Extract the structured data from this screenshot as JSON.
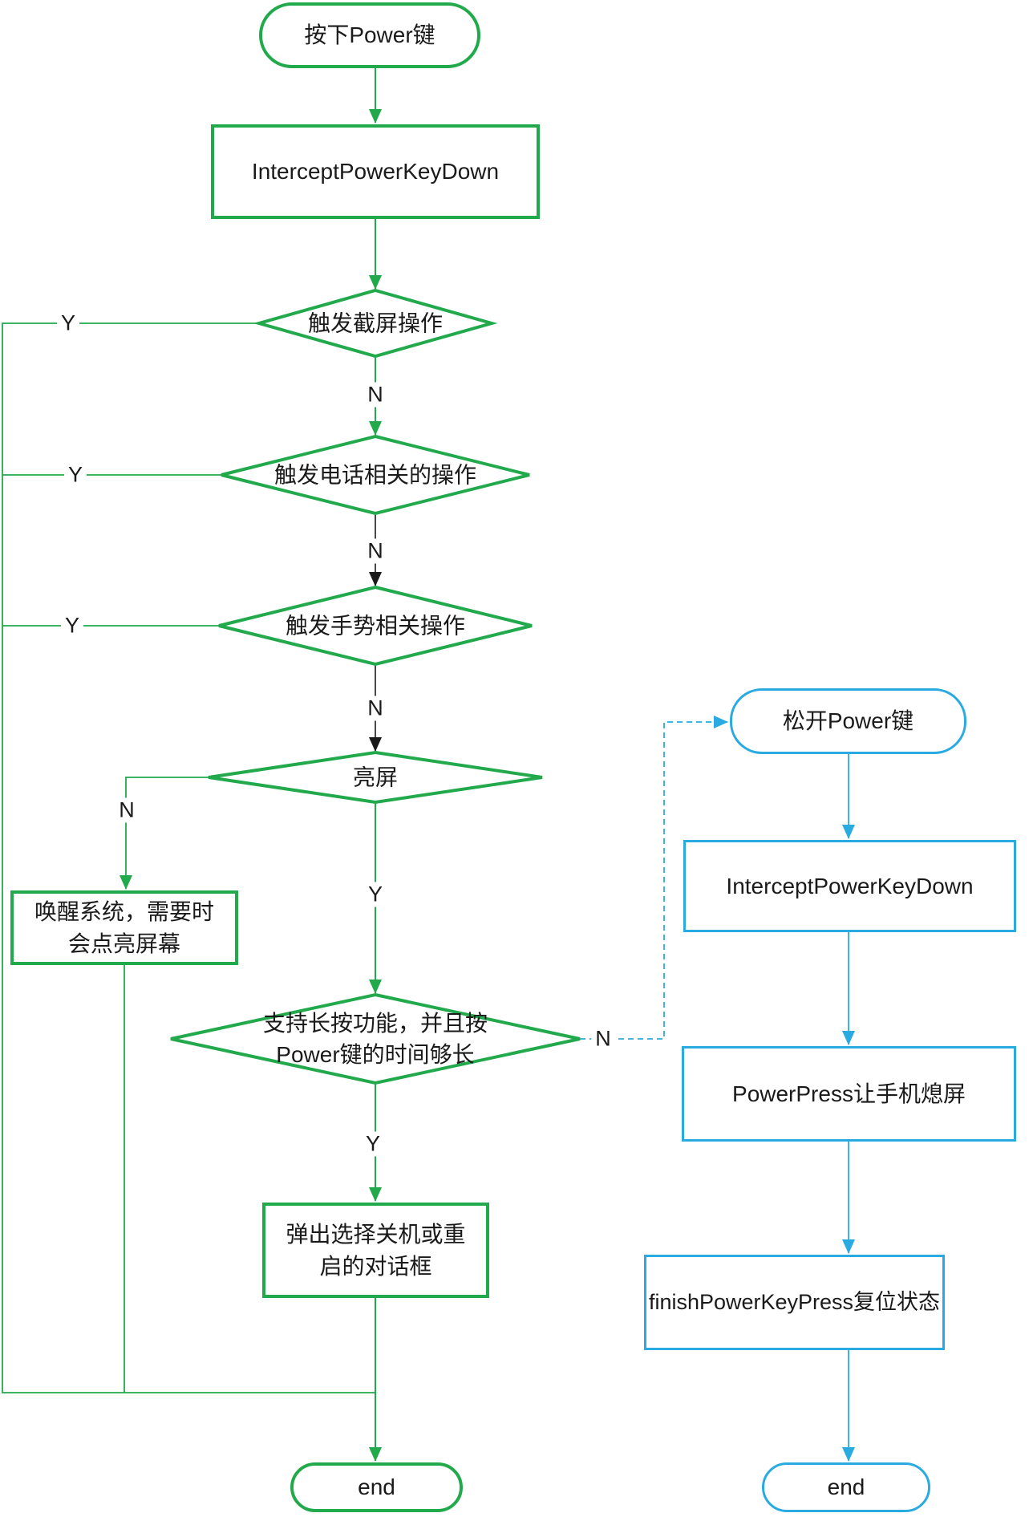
{
  "colors": {
    "green": "#21a94c",
    "blue": "#29abe2",
    "line_black": "#1a1a1a"
  },
  "yn": {
    "yes": "Y",
    "no": "N"
  },
  "green_flow": {
    "start": "按下Power键",
    "intercept": "InterceptPowerKeyDown",
    "decision_screenshot": "触发截屏操作",
    "decision_phone": "触发电话相关的操作",
    "decision_gesture": "触发手势相关操作",
    "decision_screen_on": "亮屏",
    "wake_line1": "唤醒系统，需要时",
    "wake_line2": "会点亮屏幕",
    "decision_longpress_line1": "支持长按功能，并且按",
    "decision_longpress_line2": "Power键的时间够长",
    "dialog_line1": "弹出选择关机或重",
    "dialog_line2": "启的对话框",
    "end": "end"
  },
  "blue_flow": {
    "release": "松开Power键",
    "intercept": "InterceptPowerKeyDown",
    "power_press": "PowerPress让手机熄屏",
    "finish": "finishPowerKeyPress复位状态",
    "end": "end"
  }
}
